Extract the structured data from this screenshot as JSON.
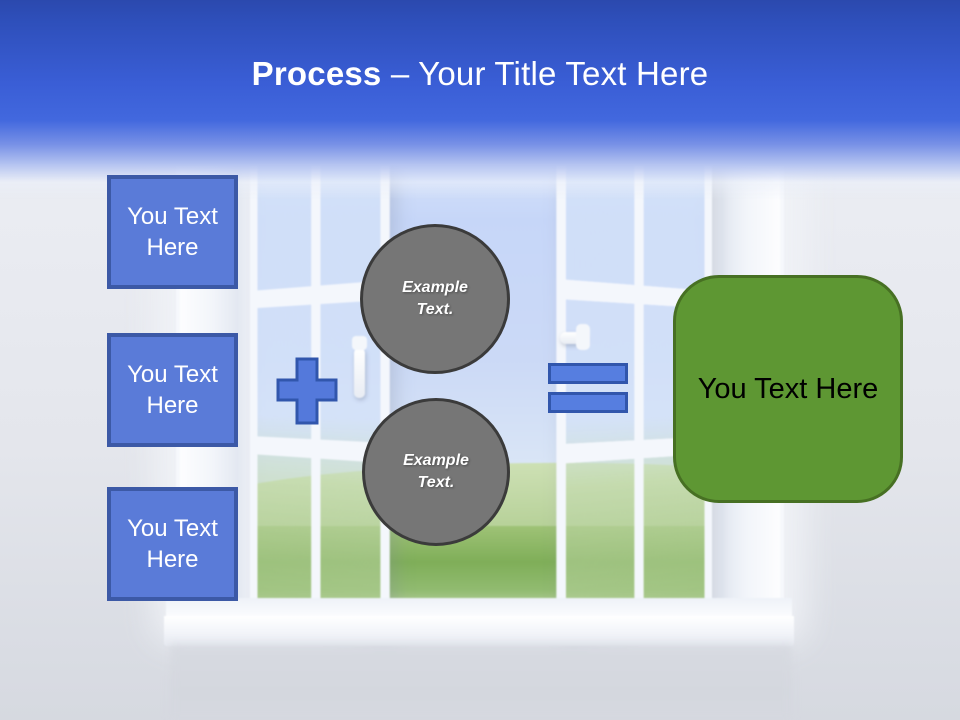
{
  "slide": {
    "title": {
      "bold": "Process",
      "rest": " – Your Title Text Here"
    },
    "left_boxes": [
      {
        "label": "You Text Here"
      },
      {
        "label": "You Text Here"
      },
      {
        "label": "You Text Here"
      }
    ],
    "operators": {
      "plus_icon": "plus-shape",
      "equals_icon": "equals-shape"
    },
    "circles": [
      {
        "label": "Example Text."
      },
      {
        "label": "Example Text."
      }
    ],
    "result_box": {
      "label": "You Text Here"
    },
    "background": {
      "description": "open white casement window with blue sky and green meadow",
      "elements": [
        "window-frame",
        "left-open-sash",
        "right-open-sash",
        "meadow",
        "windowsill"
      ]
    },
    "colors": {
      "header_top": "#2b49ae",
      "header_bottom": "#4268de",
      "box_fill": "#5a7bd8",
      "box_border": "#3c59a6",
      "operator_fill": "#567ee0",
      "operator_border": "#3156ac",
      "circle_fill": "#767676",
      "circle_border": "#3b3b3b",
      "result_fill": "#5e9733",
      "result_border": "#477023",
      "title_text": "#ffffff",
      "wall": "#e9ebf1"
    }
  }
}
